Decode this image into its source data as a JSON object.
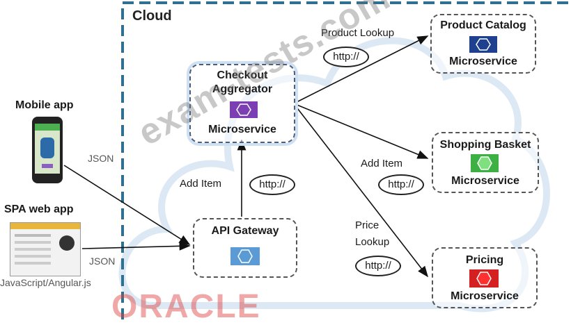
{
  "container": {
    "label": "Cloud"
  },
  "clients": {
    "mobile": {
      "title": "Mobile app",
      "format": "JSON"
    },
    "spa": {
      "title": "SPA web app",
      "subtitle": "JavaScript/Angular.js",
      "format": "JSON"
    }
  },
  "services": {
    "checkout": {
      "title_line1": "Checkout",
      "title_line2": "Aggregator",
      "kind": "Microservice",
      "color": "#7b3fb3"
    },
    "gateway": {
      "title": "API Gateway",
      "color": "#5b9bd5"
    },
    "catalog": {
      "title": "Product Catalog",
      "kind": "Microservice",
      "color": "#1f3f8f"
    },
    "basket": {
      "title": "Shopping Basket",
      "kind": "Microservice",
      "color": "#3cb043"
    },
    "pricing": {
      "title": "Pricing",
      "kind": "Microservice",
      "color": "#d42020"
    }
  },
  "edges": {
    "gateway_to_checkout": {
      "label": "Add Item",
      "protocol": "http://"
    },
    "to_catalog": {
      "label": "Product Lookup",
      "protocol": "http://"
    },
    "to_basket": {
      "label": "Add Item",
      "protocol": "http://"
    },
    "to_pricing": {
      "label_line1": "Price",
      "label_line2": "Lookup",
      "protocol": "http://"
    }
  },
  "watermark": {
    "text": "exam-tests.com"
  },
  "brand": {
    "text": "ORACLE"
  }
}
